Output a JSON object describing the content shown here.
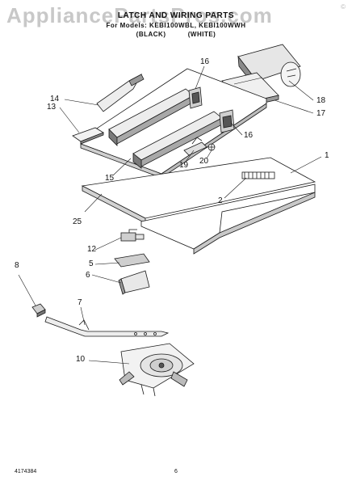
{
  "watermark": "AppliancePartsPros.com",
  "copyright": "©",
  "header": {
    "title": "LATCH AND WIRING PARTS",
    "models": "For Models: KEBI100WBL, KEBI100WWH",
    "finishes": "(BLACK)          (WHITE)"
  },
  "callouts": [
    "16",
    "14",
    "13",
    "18",
    "17",
    "16",
    "19",
    "20",
    "15",
    "1",
    "2",
    "25",
    "12",
    "8",
    "5",
    "6",
    "7",
    "10"
  ],
  "footer": {
    "part_number": "4174384",
    "page": "6"
  },
  "colors": {
    "line": "#1a1a1a",
    "shade": "#9a9a9a",
    "dark": "#333333"
  }
}
